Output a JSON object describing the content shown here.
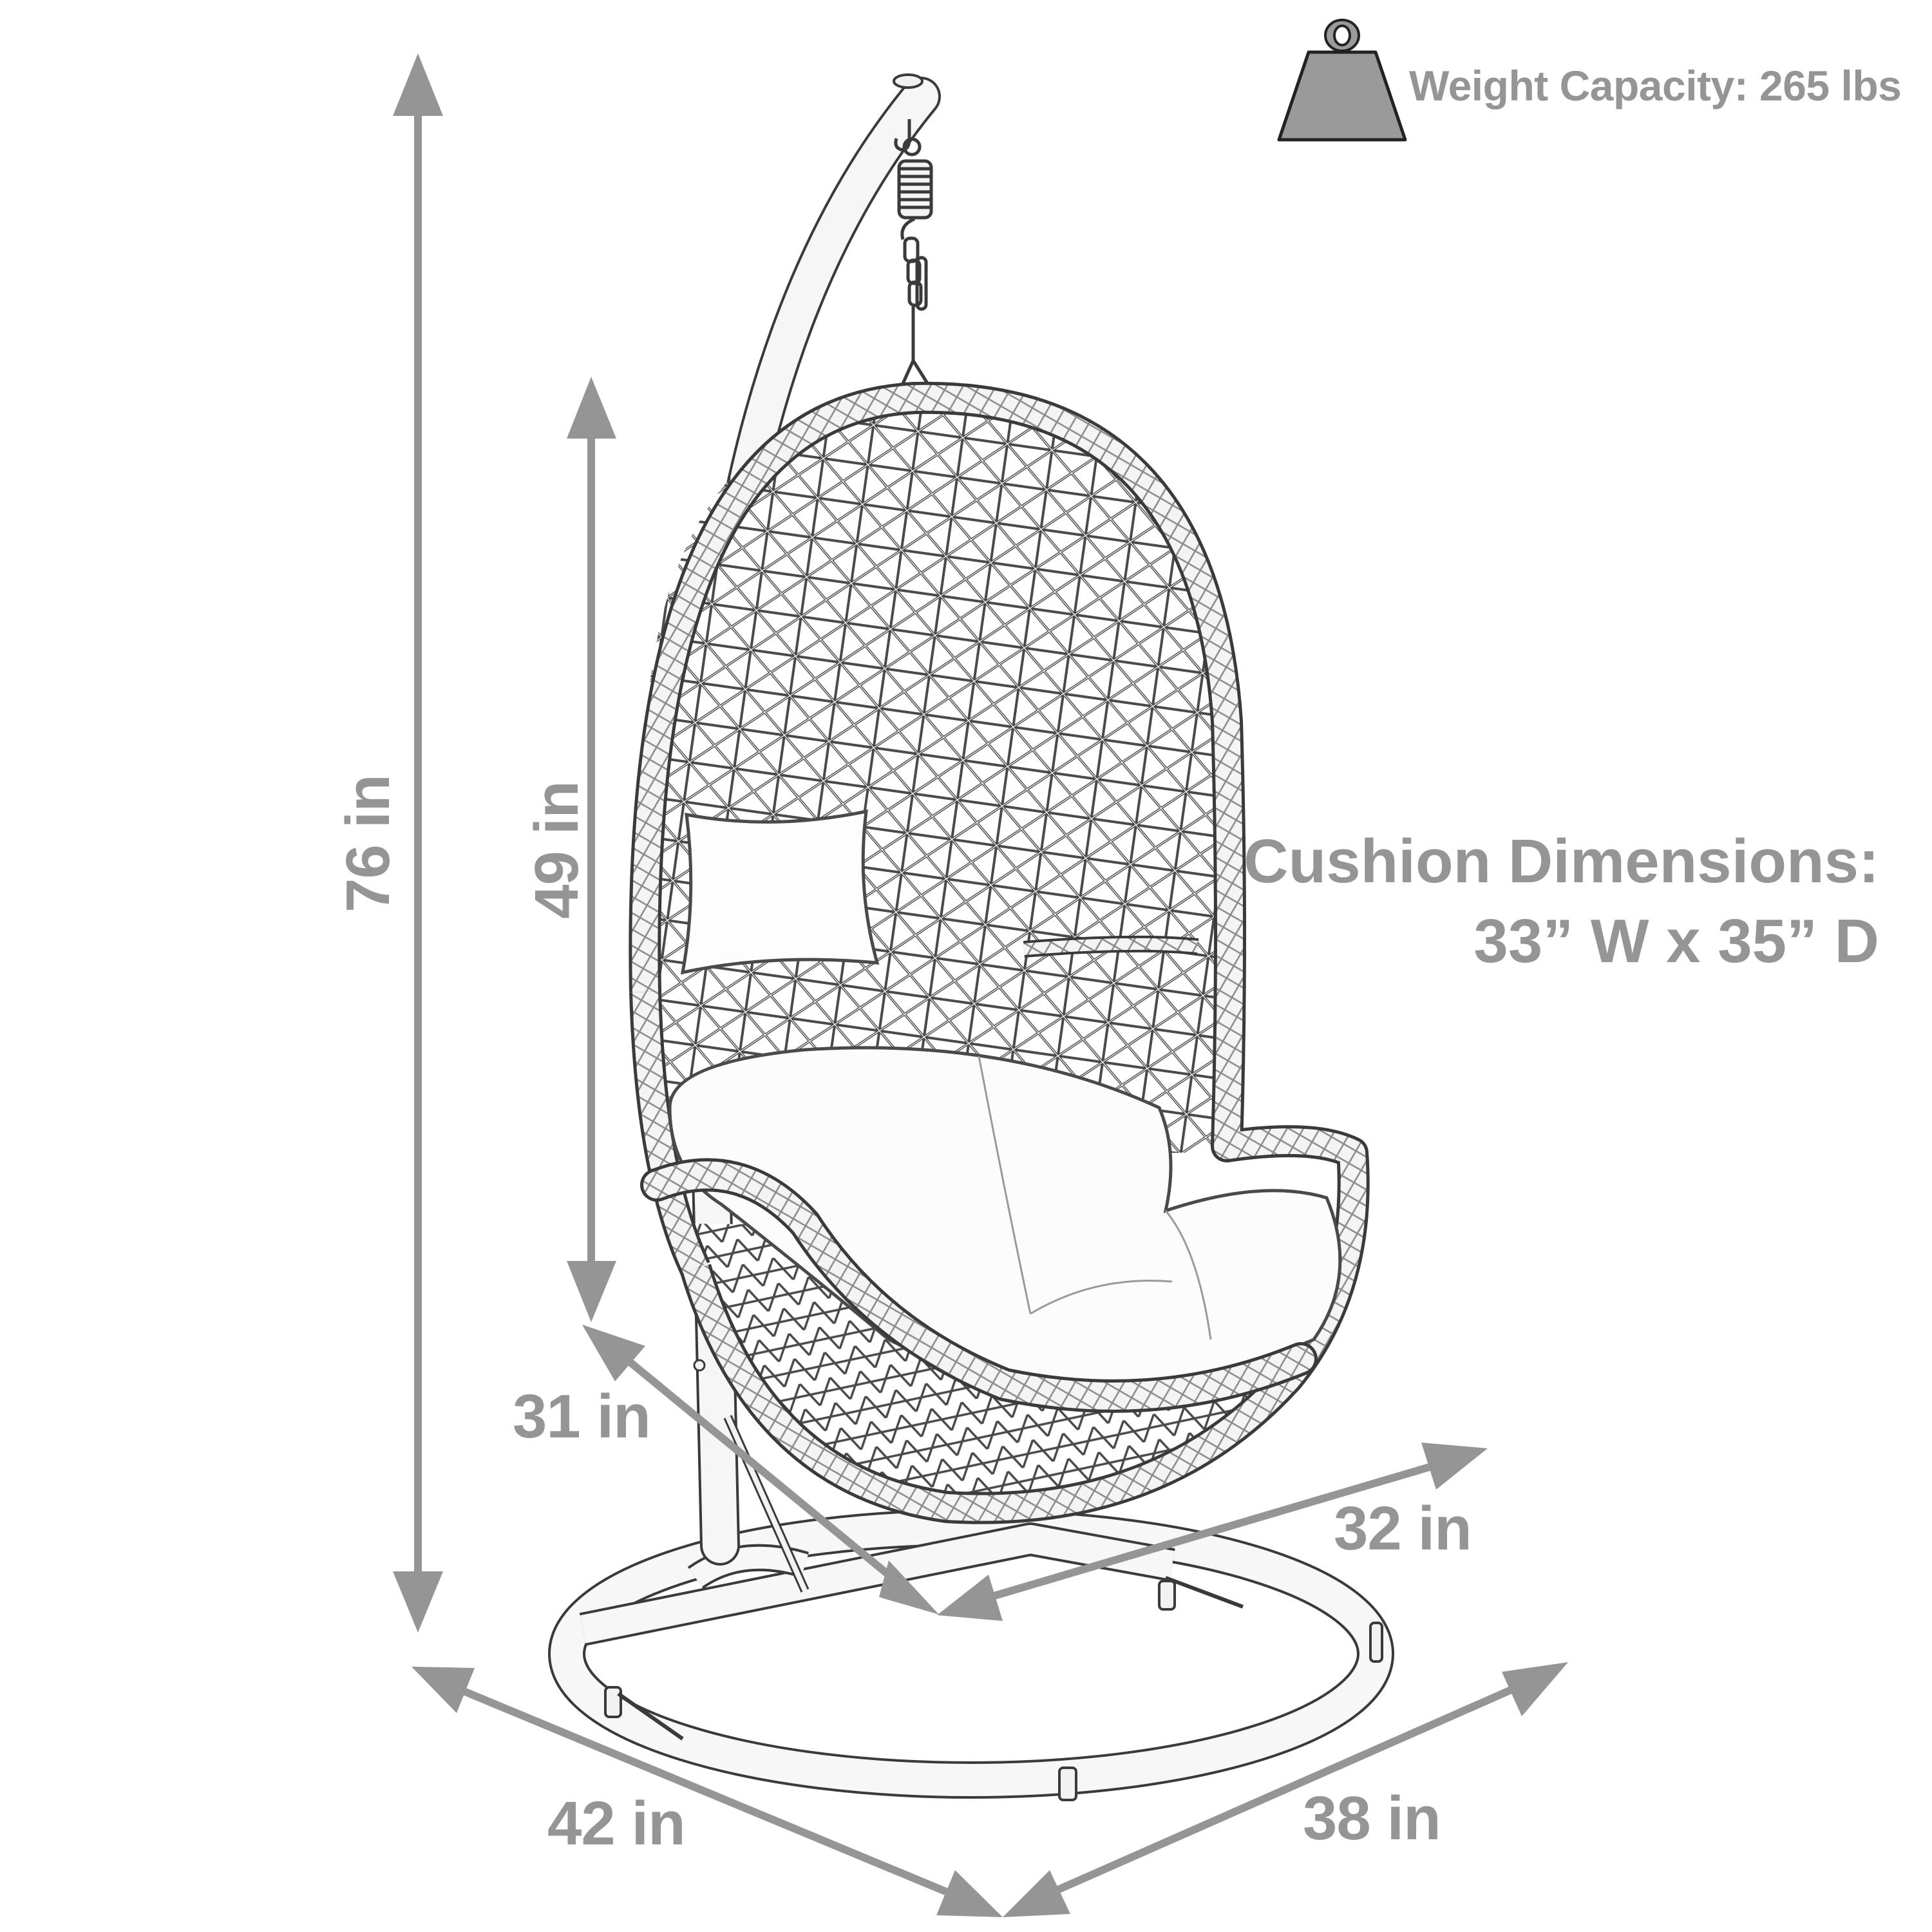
{
  "weight": {
    "icon": "weight-icon",
    "label": "Weight Capacity: 265 lbs"
  },
  "cushion": {
    "title": "Cushion Dimensions:",
    "size": "33” W x 35” D"
  },
  "dimensions": {
    "overall_height": "76 in",
    "chair_height": "49 in",
    "chair_depth": "31 in",
    "chair_width": "32 in",
    "base_width": "42 in",
    "base_depth": "38 in"
  },
  "colors": {
    "annotation": "#959595",
    "line_art": "#3a3a3a",
    "background": "#ffffff"
  }
}
